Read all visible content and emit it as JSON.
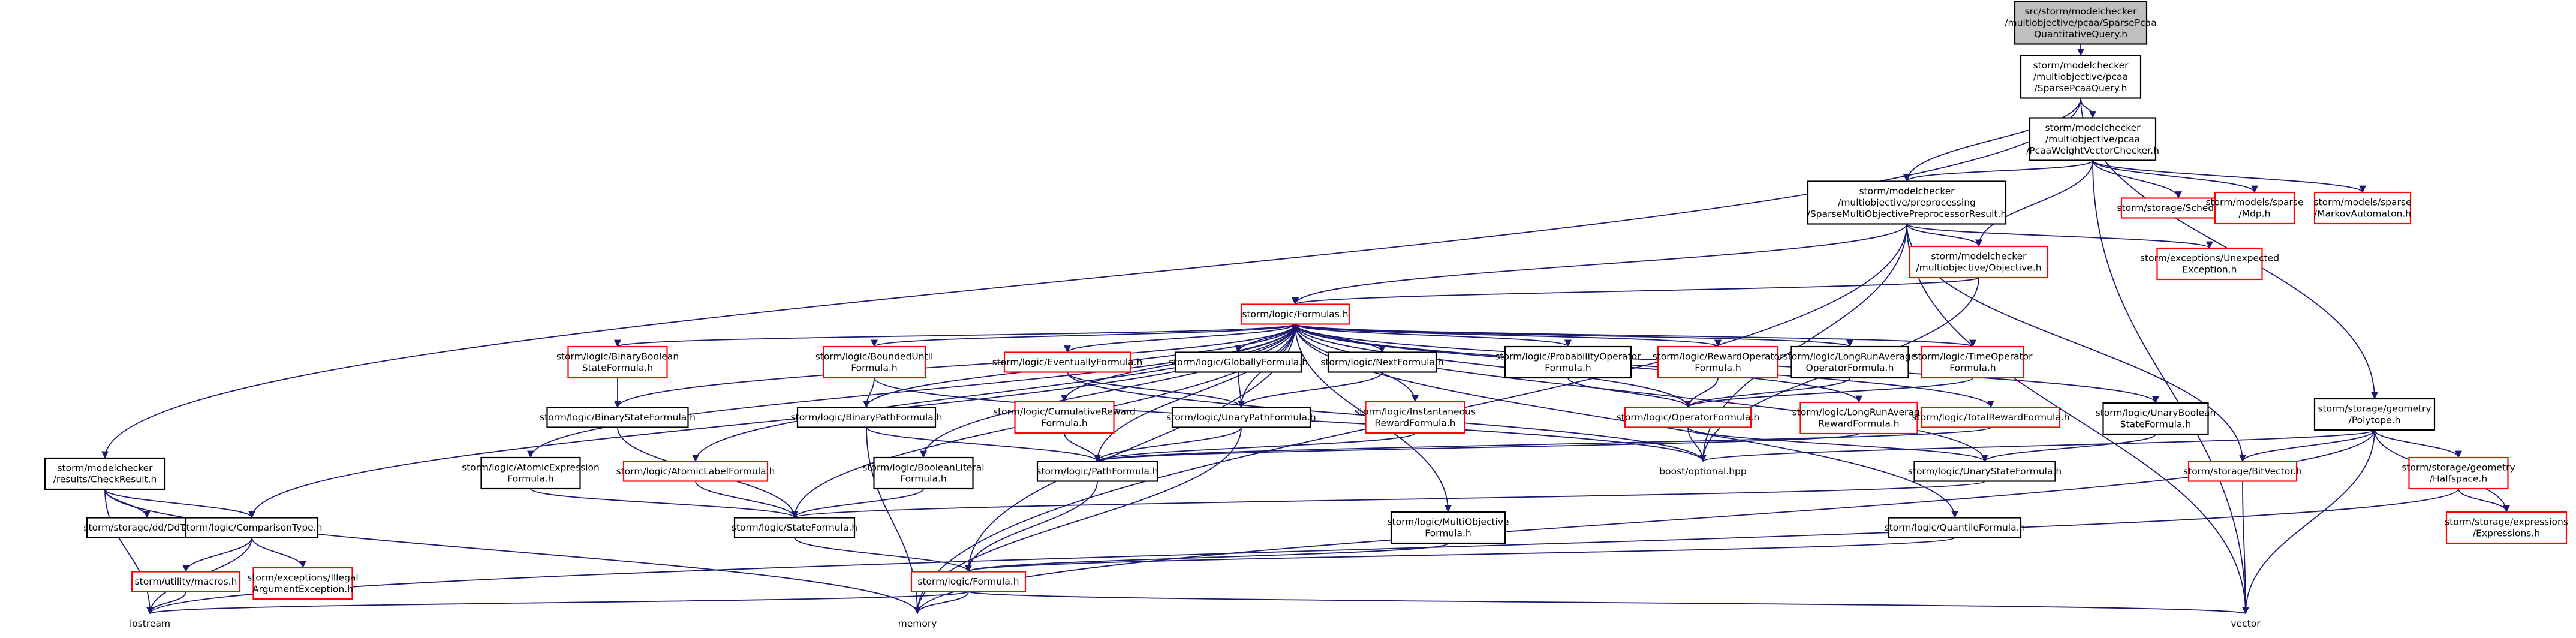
{
  "colors": {
    "edge": "#191970",
    "root_fill": "#bfbfbf",
    "root_border": "#000000",
    "node_fill": "#ffffff",
    "node_border_complete": "#000000",
    "node_border_truncated": "#ff0000",
    "text": "#000000"
  },
  "nodes": [
    {
      "id": "root",
      "lines": [
        "src/storm/modelchecker",
        "/multiobjective/pcaa/SparsePcaa",
        "QuantitativeQuery.h"
      ],
      "style": "root"
    },
    {
      "id": "sparsepcaaquery",
      "lines": [
        "storm/modelchecker",
        "/multiobjective/pcaa",
        "/SparsePcaaQuery.h"
      ],
      "style": "normal"
    },
    {
      "id": "weightvectorchecker",
      "lines": [
        "storm/modelchecker",
        "/multiobjective/pcaa",
        "/PcaaWeightVectorChecker.h"
      ],
      "style": "normal"
    },
    {
      "id": "preprocessorresult",
      "lines": [
        "storm/modelchecker",
        "/multiobjective/preprocessing",
        "/SparseMultiObjectivePreprocessorResult.h"
      ],
      "style": "normal"
    },
    {
      "id": "scheduler",
      "lines": [
        "storm/storage/Scheduler.h"
      ],
      "style": "truncated"
    },
    {
      "id": "mdp",
      "lines": [
        "storm/models/sparse",
        "/Mdp.h"
      ],
      "style": "truncated"
    },
    {
      "id": "markovautomaton",
      "lines": [
        "storm/models/sparse",
        "/MarkovAutomaton.h"
      ],
      "style": "truncated"
    },
    {
      "id": "objective",
      "lines": [
        "storm/modelchecker",
        "/multiobjective/Objective.h"
      ],
      "style": "truncated"
    },
    {
      "id": "unexpectedexception",
      "lines": [
        "storm/exceptions/Unexpected",
        "Exception.h"
      ],
      "style": "truncated"
    },
    {
      "id": "formulas",
      "lines": [
        "storm/logic/Formulas.h"
      ],
      "style": "truncated"
    },
    {
      "id": "checkresult",
      "lines": [
        "storm/modelchecker",
        "/results/CheckResult.h"
      ],
      "style": "normal"
    },
    {
      "id": "polytope",
      "lines": [
        "storm/storage/geometry",
        "/Polytope.h"
      ],
      "style": "normal"
    },
    {
      "id": "binarybooleanstate",
      "lines": [
        "storm/logic/BinaryBoolean",
        "StateFormula.h"
      ],
      "style": "truncated"
    },
    {
      "id": "boundeduntil",
      "lines": [
        "storm/logic/BoundedUntil",
        "Formula.h"
      ],
      "style": "truncated"
    },
    {
      "id": "eventually",
      "lines": [
        "storm/logic/EventuallyFormula.h"
      ],
      "style": "truncated"
    },
    {
      "id": "globally",
      "lines": [
        "storm/logic/GloballyFormula.h"
      ],
      "style": "normal"
    },
    {
      "id": "next",
      "lines": [
        "storm/logic/NextFormula.h"
      ],
      "style": "normal"
    },
    {
      "id": "probabilityoperator",
      "lines": [
        "storm/logic/ProbabilityOperator",
        "Formula.h"
      ],
      "style": "normal"
    },
    {
      "id": "rewardoperator",
      "lines": [
        "storm/logic/RewardOperator",
        "Formula.h"
      ],
      "style": "truncated"
    },
    {
      "id": "longrunaverageoperator",
      "lines": [
        "storm/logic/LongRunAverage",
        "OperatorFormula.h"
      ],
      "style": "normal"
    },
    {
      "id": "timeoperator",
      "lines": [
        "storm/logic/TimeOperator",
        "Formula.h"
      ],
      "style": "truncated"
    },
    {
      "id": "binarystate",
      "lines": [
        "storm/logic/BinaryStateFormula.h"
      ],
      "style": "normal"
    },
    {
      "id": "binarypath",
      "lines": [
        "storm/logic/BinaryPathFormula.h"
      ],
      "style": "normal"
    },
    {
      "id": "cumulativereward",
      "lines": [
        "storm/logic/CumulativeReward",
        "Formula.h"
      ],
      "style": "truncated"
    },
    {
      "id": "unarypath",
      "lines": [
        "storm/logic/UnaryPathFormula.h"
      ],
      "style": "normal"
    },
    {
      "id": "instantaneousreward",
      "lines": [
        "storm/logic/Instantaneous",
        "RewardFormula.h"
      ],
      "style": "truncated"
    },
    {
      "id": "operatorformula",
      "lines": [
        "storm/logic/OperatorFormula.h"
      ],
      "style": "truncated"
    },
    {
      "id": "longrunaveragereward",
      "lines": [
        "storm/logic/LongRunAverage",
        "RewardFormula.h"
      ],
      "style": "truncated"
    },
    {
      "id": "totalreward",
      "lines": [
        "storm/logic/TotalRewardFormula.h"
      ],
      "style": "truncated"
    },
    {
      "id": "unarybooleanstate",
      "lines": [
        "storm/logic/UnaryBoolean",
        "StateFormula.h"
      ],
      "style": "normal"
    },
    {
      "id": "atomicexpression",
      "lines": [
        "storm/logic/AtomicExpression",
        "Formula.h"
      ],
      "style": "normal"
    },
    {
      "id": "atomiclabel",
      "lines": [
        "storm/logic/AtomicLabelFormula.h"
      ],
      "style": "truncated"
    },
    {
      "id": "booleanliteral",
      "lines": [
        "storm/logic/BooleanLiteral",
        "Formula.h"
      ],
      "style": "normal"
    },
    {
      "id": "pathformula",
      "lines": [
        "storm/logic/PathFormula.h"
      ],
      "style": "normal"
    },
    {
      "id": "optional",
      "lines": [
        "boost/optional.hpp"
      ],
      "style": "plain"
    },
    {
      "id": "unarystate",
      "lines": [
        "storm/logic/UnaryStateFormula.h"
      ],
      "style": "normal"
    },
    {
      "id": "bitvector",
      "lines": [
        "storm/storage/BitVector.h"
      ],
      "style": "truncated"
    },
    {
      "id": "halfspace",
      "lines": [
        "storm/storage/geometry",
        "/Halfspace.h"
      ],
      "style": "truncated"
    },
    {
      "id": "ddtype",
      "lines": [
        "storm/storage/dd/DdType.h"
      ],
      "style": "normal"
    },
    {
      "id": "comparisontype",
      "lines": [
        "storm/logic/ComparisonType.h"
      ],
      "style": "normal"
    },
    {
      "id": "stateformula",
      "lines": [
        "storm/logic/StateFormula.h"
      ],
      "style": "normal"
    },
    {
      "id": "multiobjective",
      "lines": [
        "storm/logic/MultiObjective",
        "Formula.h"
      ],
      "style": "normal"
    },
    {
      "id": "quantile",
      "lines": [
        "storm/logic/QuantileFormula.h"
      ],
      "style": "normal"
    },
    {
      "id": "expressions",
      "lines": [
        "storm/storage/expressions",
        "/Expressions.h"
      ],
      "style": "truncated"
    },
    {
      "id": "macros",
      "lines": [
        "storm/utility/macros.h"
      ],
      "style": "truncated"
    },
    {
      "id": "illegalargument",
      "lines": [
        "storm/exceptions/Illegal",
        "ArgumentException.h"
      ],
      "style": "truncated"
    },
    {
      "id": "formula",
      "lines": [
        "storm/logic/Formula.h"
      ],
      "style": "truncated"
    },
    {
      "id": "iostream",
      "lines": [
        "iostream"
      ],
      "style": "plain"
    },
    {
      "id": "memory",
      "lines": [
        "memory"
      ],
      "style": "plain"
    },
    {
      "id": "vector",
      "lines": [
        "vector"
      ],
      "style": "plain"
    }
  ],
  "edges": [
    [
      "root",
      "sparsepcaaquery"
    ],
    [
      "sparsepcaaquery",
      "weightvectorchecker"
    ],
    [
      "sparsepcaaquery",
      "preprocessorresult"
    ],
    [
      "sparsepcaaquery",
      "checkresult"
    ],
    [
      "sparsepcaaquery",
      "polytope"
    ],
    [
      "weightvectorchecker",
      "preprocessorresult"
    ],
    [
      "weightvectorchecker",
      "scheduler"
    ],
    [
      "weightvectorchecker",
      "mdp"
    ],
    [
      "weightvectorchecker",
      "markovautomaton"
    ],
    [
      "weightvectorchecker",
      "objective"
    ],
    [
      "weightvectorchecker",
      "vector"
    ],
    [
      "preprocessorresult",
      "objective"
    ],
    [
      "preprocessorresult",
      "unexpectedexception"
    ],
    [
      "preprocessorresult",
      "formulas"
    ],
    [
      "preprocessorresult",
      "optional"
    ],
    [
      "preprocessorresult",
      "bitvector"
    ],
    [
      "preprocessorresult",
      "memory"
    ],
    [
      "preprocessorresult",
      "vector"
    ],
    [
      "objective",
      "formulas"
    ],
    [
      "objective",
      "optional"
    ],
    [
      "formulas",
      "binarybooleanstate"
    ],
    [
      "formulas",
      "boundeduntil"
    ],
    [
      "formulas",
      "eventually"
    ],
    [
      "formulas",
      "globally"
    ],
    [
      "formulas",
      "next"
    ],
    [
      "formulas",
      "probabilityoperator"
    ],
    [
      "formulas",
      "rewardoperator"
    ],
    [
      "formulas",
      "longrunaverageoperator"
    ],
    [
      "formulas",
      "timeoperator"
    ],
    [
      "formulas",
      "binarystate"
    ],
    [
      "formulas",
      "binarypath"
    ],
    [
      "formulas",
      "cumulativereward"
    ],
    [
      "formulas",
      "unarypath"
    ],
    [
      "formulas",
      "instantaneousreward"
    ],
    [
      "formulas",
      "operatorformula"
    ],
    [
      "formulas",
      "longrunaveragereward"
    ],
    [
      "formulas",
      "totalreward"
    ],
    [
      "formulas",
      "unarybooleanstate"
    ],
    [
      "formulas",
      "atomicexpression"
    ],
    [
      "formulas",
      "atomiclabel"
    ],
    [
      "formulas",
      "booleanliteral"
    ],
    [
      "formulas",
      "pathformula"
    ],
    [
      "formulas",
      "unarystate"
    ],
    [
      "formulas",
      "comparisontype"
    ],
    [
      "formulas",
      "stateformula"
    ],
    [
      "formulas",
      "multiobjective"
    ],
    [
      "formulas",
      "quantile"
    ],
    [
      "formulas",
      "formula"
    ],
    [
      "binarybooleanstate",
      "binarystate"
    ],
    [
      "boundeduntil",
      "binarypath"
    ],
    [
      "boundeduntil",
      "optional"
    ],
    [
      "eventually",
      "unarypath"
    ],
    [
      "eventually",
      "optional"
    ],
    [
      "globally",
      "unarypath"
    ],
    [
      "next",
      "unarypath"
    ],
    [
      "probabilityoperator",
      "operatorformula"
    ],
    [
      "rewardoperator",
      "operatorformula"
    ],
    [
      "longrunaverageoperator",
      "operatorformula"
    ],
    [
      "timeoperator",
      "operatorformula"
    ],
    [
      "binarystate",
      "stateformula"
    ],
    [
      "binarypath",
      "pathformula"
    ],
    [
      "binarypath",
      "memory"
    ],
    [
      "cumulativereward",
      "pathformula"
    ],
    [
      "unarypath",
      "pathformula"
    ],
    [
      "unarypath",
      "memory"
    ],
    [
      "instantaneousreward",
      "pathformula"
    ],
    [
      "operatorformula",
      "unarystate"
    ],
    [
      "operatorformula",
      "optional"
    ],
    [
      "longrunaveragereward",
      "pathformula"
    ],
    [
      "totalreward",
      "pathformula"
    ],
    [
      "unarybooleanstate",
      "unarystate"
    ],
    [
      "atomicexpression",
      "stateformula"
    ],
    [
      "atomiclabel",
      "stateformula"
    ],
    [
      "booleanliteral",
      "stateformula"
    ],
    [
      "pathformula",
      "formula"
    ],
    [
      "unarystate",
      "stateformula"
    ],
    [
      "stateformula",
      "formula"
    ],
    [
      "multiobjective",
      "formula"
    ],
    [
      "quantile",
      "formula"
    ],
    [
      "formula",
      "iostream"
    ],
    [
      "formula",
      "memory"
    ],
    [
      "formula",
      "vector"
    ],
    [
      "checkresult",
      "ddtype"
    ],
    [
      "checkresult",
      "comparisontype"
    ],
    [
      "checkresult",
      "iostream"
    ],
    [
      "checkresult",
      "memory"
    ],
    [
      "comparisontype",
      "macros"
    ],
    [
      "comparisontype",
      "illegalargument"
    ],
    [
      "comparisontype",
      "iostream"
    ],
    [
      "macros",
      "iostream"
    ],
    [
      "polytope",
      "bitvector"
    ],
    [
      "polytope",
      "halfspace"
    ],
    [
      "polytope",
      "expressions"
    ],
    [
      "polytope",
      "optional"
    ],
    [
      "polytope",
      "memory"
    ],
    [
      "polytope",
      "vector"
    ],
    [
      "halfspace",
      "expressions"
    ],
    [
      "halfspace",
      "iostream"
    ],
    [
      "bitvector",
      "vector"
    ]
  ]
}
